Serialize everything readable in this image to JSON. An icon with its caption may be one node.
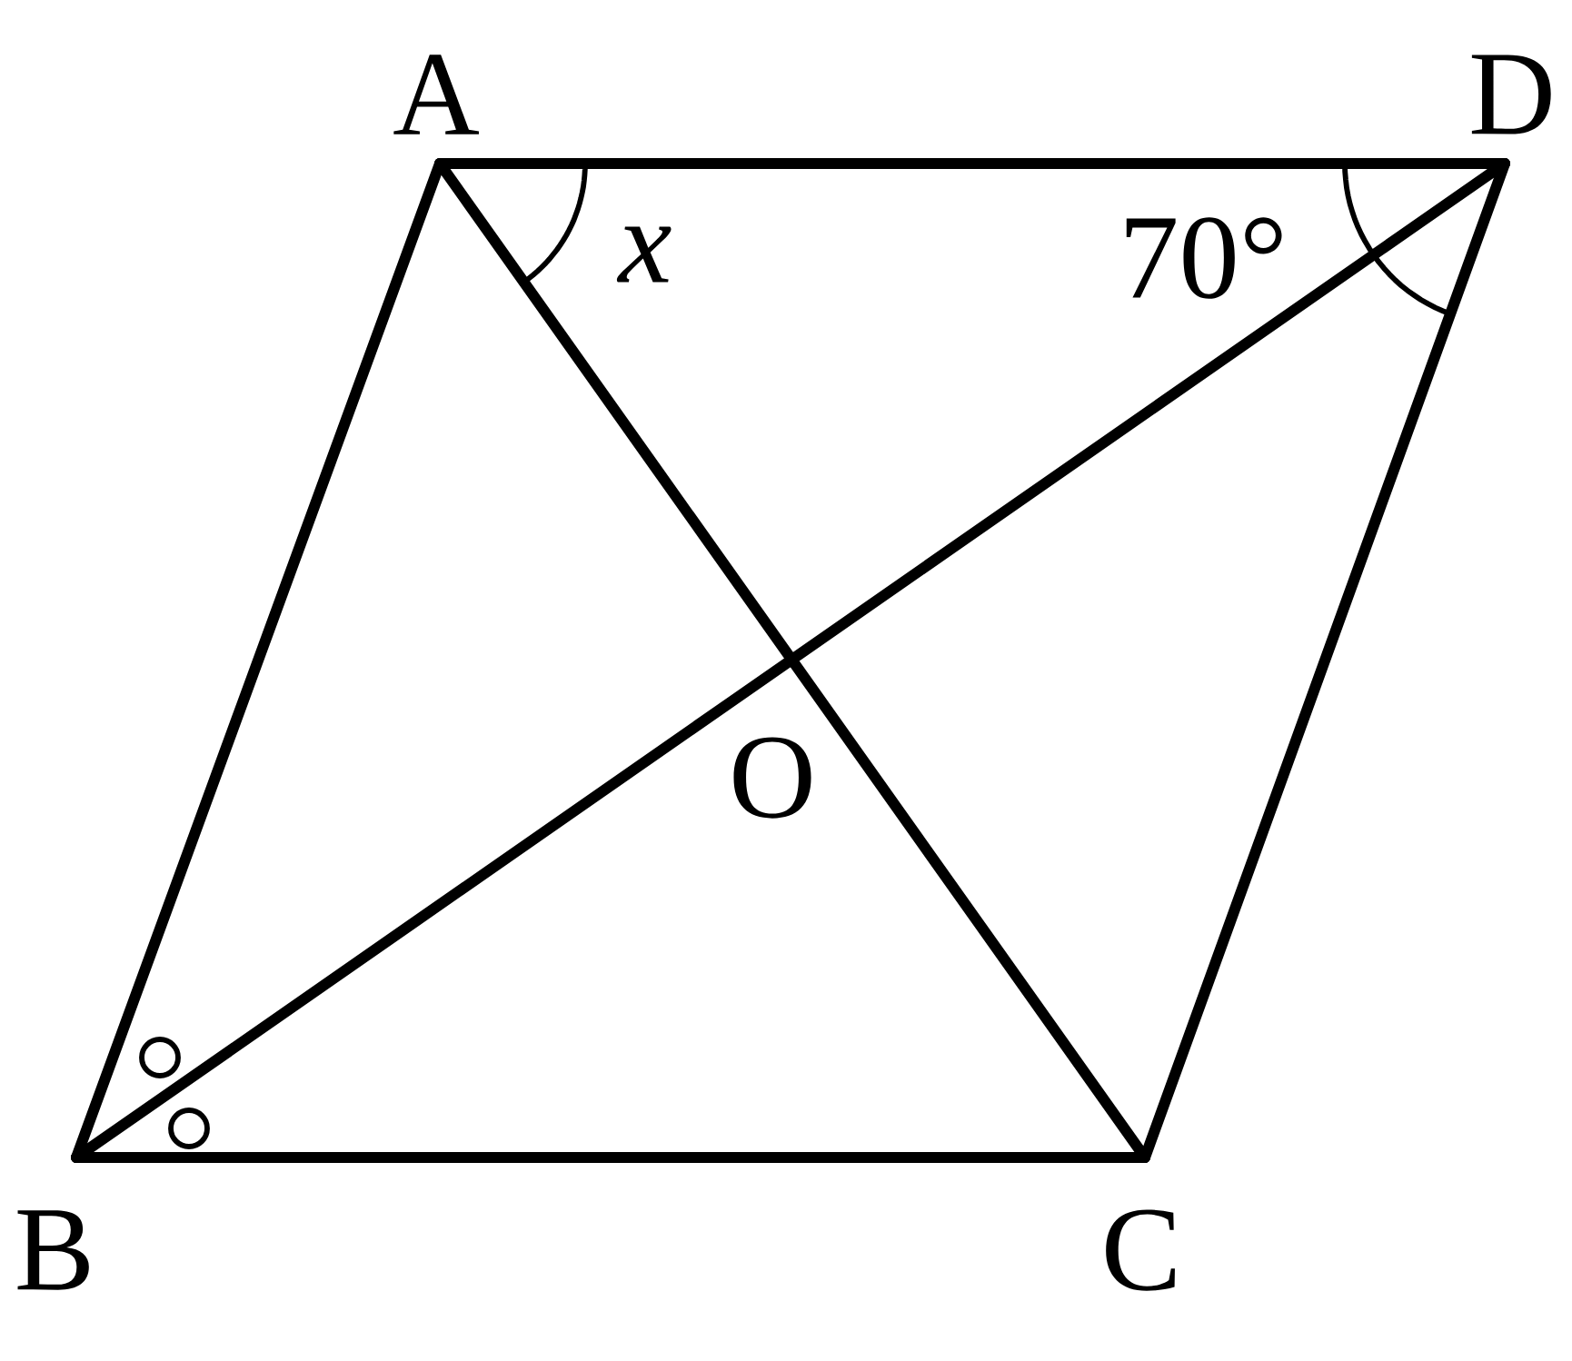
{
  "diagram": {
    "nodes": [
      {
        "text": [
          "A"
        ]
      },
      {
        "text": [
          "D"
        ]
      },
      {
        "text": [
          "B"
        ]
      },
      {
        "text": [
          "C"
        ]
      }
    ],
    "edges": [
      {
        "from": 0,
        "to": 1,
        "arrow": "none"
      },
      {
        "from": 0,
        "to": 2,
        "arrow": "none"
      },
      {
        "from": 2,
        "to": 3,
        "arrow": "none"
      },
      {
        "from": 1,
        "to": 3,
        "arrow": "none"
      },
      {
        "from": 0,
        "to": 3,
        "arrow": "none"
      },
      {
        "from": 2,
        "to": 1,
        "arrow": "none"
      }
    ],
    "labels": [
      "x",
      "70°",
      "O"
    ]
  }
}
